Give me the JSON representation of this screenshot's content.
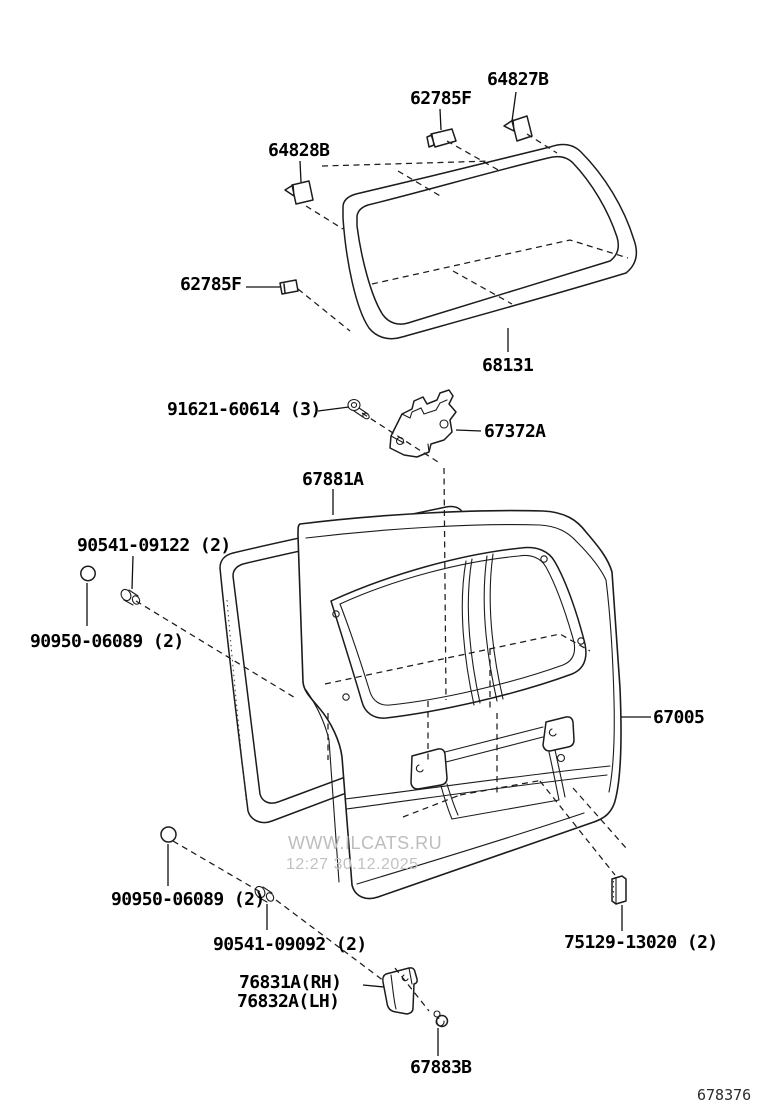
{
  "diagram": {
    "description": "back door panel and back door glass exploded parts diagram",
    "figure_code": "678376",
    "watermark": {
      "line1": "WWW.ILCATS.RU",
      "line2": "12:27 30.12.2025",
      "color": "#bdbdbd"
    },
    "labels": {
      "p64827B": "64827B",
      "p62785F_a": "62785F",
      "p64828B": "64828B",
      "p62785F_b": "62785F",
      "p68131": "68131",
      "p91621": "91621-60614 (3)",
      "p67372A": "67372A",
      "p67881A": "67881A",
      "p90541_09122": "90541-09122 (2)",
      "p90950_a": "90950-06089 (2)",
      "p67005": "67005",
      "p90950_b": "90950-06089 (2)",
      "p90541_09092": "90541-09092 (2)",
      "p76831A": "76831A(RH)",
      "p76832A": "76832A(LH)",
      "p75129": "75129-13020 (2)",
      "p67883B": "67883B"
    },
    "line_color": "#1c1c1c",
    "background": "#ffffff"
  }
}
